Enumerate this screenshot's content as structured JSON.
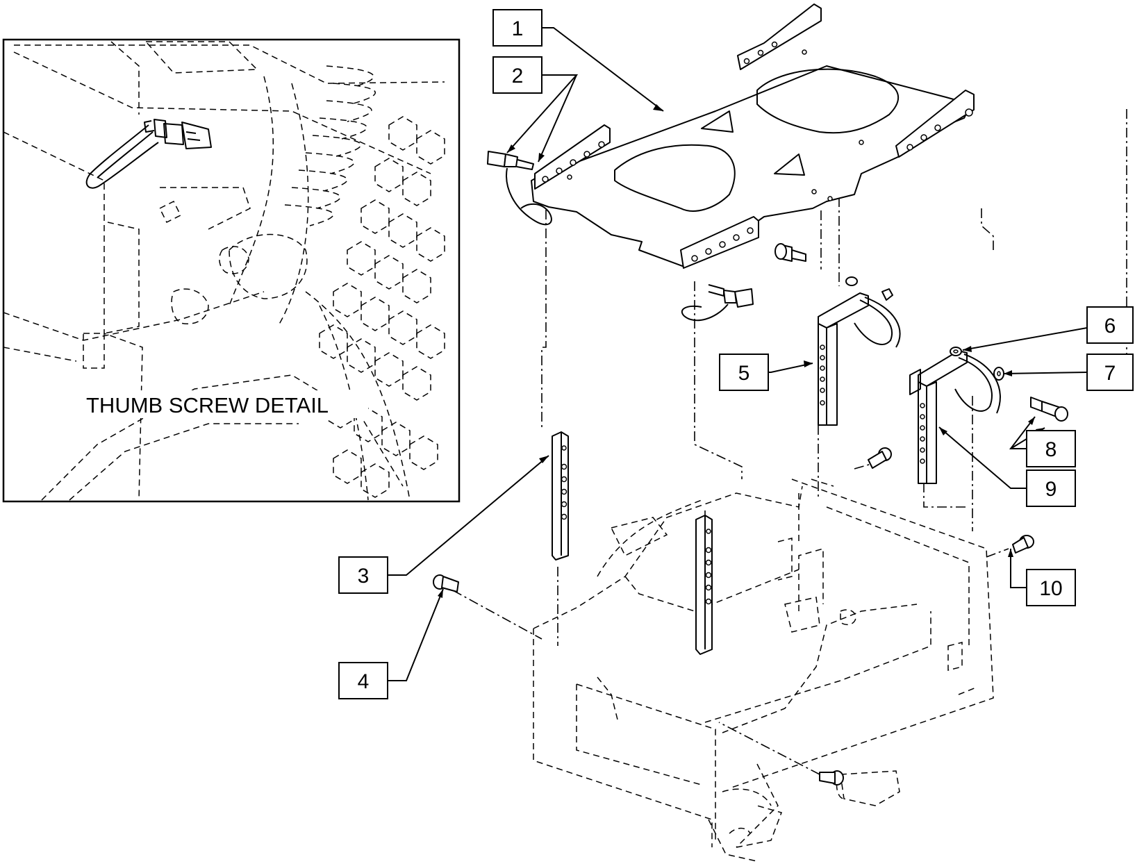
{
  "detail": {
    "title": "THUMB SCREW DETAIL"
  },
  "callouts": [
    {
      "id": "1",
      "label": "1"
    },
    {
      "id": "2",
      "label": "2"
    },
    {
      "id": "3",
      "label": "3"
    },
    {
      "id": "4",
      "label": "4"
    },
    {
      "id": "5",
      "label": "5"
    },
    {
      "id": "6",
      "label": "6"
    },
    {
      "id": "7",
      "label": "7"
    },
    {
      "id": "8",
      "label": "8"
    },
    {
      "id": "9",
      "label": "9"
    },
    {
      "id": "10",
      "label": "10"
    }
  ],
  "colors": {
    "line": "#000000",
    "background": "#ffffff"
  }
}
